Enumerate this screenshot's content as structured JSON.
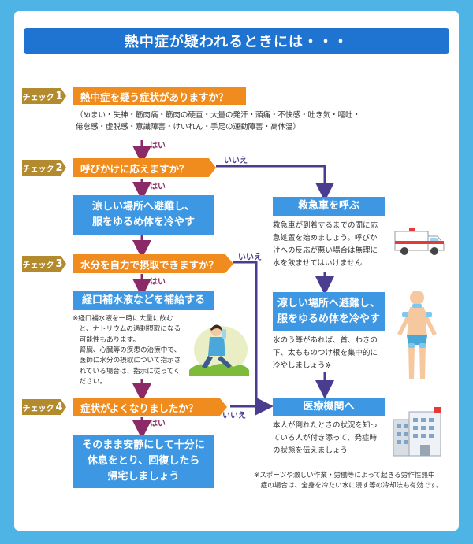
{
  "title": "熱中症が疑われるときには・・・",
  "check_prefix": "チェック",
  "checks": [
    {
      "num": "1",
      "question": "熱中症を疑う症状がありますか？"
    },
    {
      "num": "2",
      "question": "呼びかけに応えますか？"
    },
    {
      "num": "3",
      "question": "水分を自力で摂取できますか？"
    },
    {
      "num": "4",
      "question": "症状がよくなりましたか？"
    }
  ],
  "symptoms": {
    "line1": "（めまい・失神・筋肉痛・筋肉の硬直・大量の発汗・頭痛・不快感・吐き気・嘔吐・",
    "line2": "倦怠感・虚脱感・意識障害・けいれん・手足の運動障害・高体温）"
  },
  "yes_label": "はい",
  "no_label": "いいえ",
  "left_actions": {
    "cool_line1": "涼しい場所へ避難し、",
    "cool_line2": "服をゆるめ体を冷やす",
    "ors": "経口補水液などを補給する",
    "rest_line1": "そのまま安静にして十分に",
    "rest_line2": "休息をとり、回復したら",
    "rest_line3": "帰宅しましょう"
  },
  "ors_note": [
    "※経口補水液を一時に大量に飲む",
    "　と、ナトリウムの過剰摂取になる",
    "　可能性もあります。",
    "　腎臓、心臓等の疾患の治療中で、",
    "　医師に水分の摂取について指示さ",
    "　れている場合は、指示に従ってく",
    "　ださい。"
  ],
  "right_actions": {
    "ambulance": "救急車を呼ぶ",
    "ambulance_desc": [
      "救急車が到着するまでの間に応",
      "急処置を始めましょう。呼びか",
      "けへの反応が悪い場合は無理に",
      "水を飲ませてはいけません"
    ],
    "cool_line1": "涼しい場所へ避難し、",
    "cool_line2": "服をゆるめ体を冷やす",
    "cool_desc": [
      "氷のう等があれば、首、わきの",
      "下、太もものつけ根を集中的に",
      "冷やしましょう※"
    ],
    "hospital": "医療機関へ",
    "hospital_desc": [
      "本人が倒れたときの状況を知っ",
      "ている人が付き添って、発症時",
      "の状態を伝えましょう"
    ]
  },
  "footnote": [
    "※スポーツや激しい作業・労働等によって起きる労作性熱中",
    "　症の場合は、全身を冷たい水に浸す等の冷却法も有効です。"
  ],
  "colors": {
    "frame": "#4eb4e6",
    "title": "#1f73d1",
    "orange": "#f08c1e",
    "blue_box": "#3d97e3",
    "check_tag": "#b38b2e",
    "yes_arrow": "#8a2a66",
    "no_arrow": "#4a3d8f"
  }
}
